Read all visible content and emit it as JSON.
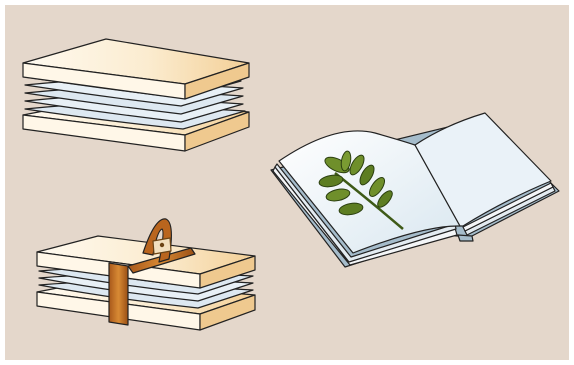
{
  "scene": {
    "items": [
      {
        "id": "pressing-stack",
        "description_free": true
      },
      {
        "id": "strapped-press",
        "description_free": true
      },
      {
        "id": "open-book-with-leaf",
        "description_free": true
      }
    ]
  },
  "colors": {
    "background": "#e4d7cb",
    "board_top_light": "#fff8ea",
    "board_top_warm": "#f6dfb8",
    "board_side": "#f0cd96",
    "paper_blue": "#dfeaf2",
    "strap": "#c8731f",
    "strap_dark": "#8f4d12",
    "leaf": "#6b8c2a",
    "leaf_dark": "#3e5a17",
    "book_cover": "#9fb6c4",
    "outline": "#222222"
  }
}
